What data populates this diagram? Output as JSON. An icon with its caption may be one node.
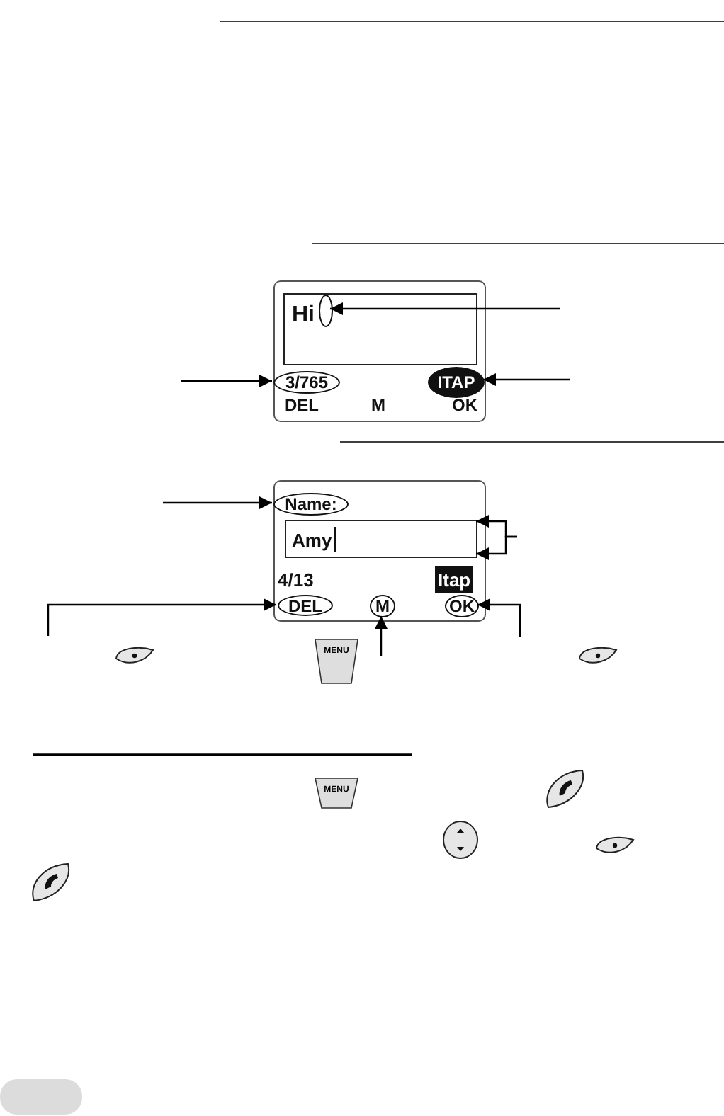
{
  "diagram": {
    "nodes": [
      {
        "text": [
          "DEL",
          "M",
          "OK"
        ]
      },
      {
        "text": [
          "Hi"
        ],
        "in": 0
      },
      {
        "text": [],
        "shape": "ellipse",
        "in": 1
      },
      {
        "text": [
          "3/765"
        ],
        "in": 0
      },
      {
        "text": [
          "ITAP"
        ],
        "in": 0
      },
      {
        "text": [
          "4/13",
          "Itap"
        ]
      },
      {
        "text": [
          "Name:"
        ],
        "in": 5
      },
      {
        "text": [
          "Amy"
        ],
        "in": 5
      },
      {
        "text": [
          "DEL"
        ],
        "in": 5
      },
      {
        "text": [
          "M"
        ],
        "in": 5
      },
      {
        "text": [
          "OK"
        ],
        "in": 5
      }
    ],
    "edges": [
      {
        "from": null,
        "to": 2,
        "arrow": "to"
      },
      {
        "from": null,
        "to": 3,
        "arrow": "to"
      },
      {
        "from": null,
        "to": 4,
        "arrow": "to"
      },
      {
        "from": null,
        "to": 6,
        "arrow": "to"
      },
      {
        "from": null,
        "to": 7,
        "arrow": "to"
      },
      {
        "from": null,
        "to": 7,
        "arrow": "to"
      },
      {
        "from": null,
        "to": 8,
        "arrow": "to"
      },
      {
        "from": null,
        "to": 9,
        "arrow": "to"
      },
      {
        "from": null,
        "to": 10,
        "arrow": "to"
      }
    ],
    "labels": [
      "MENU",
      "MENU"
    ]
  }
}
